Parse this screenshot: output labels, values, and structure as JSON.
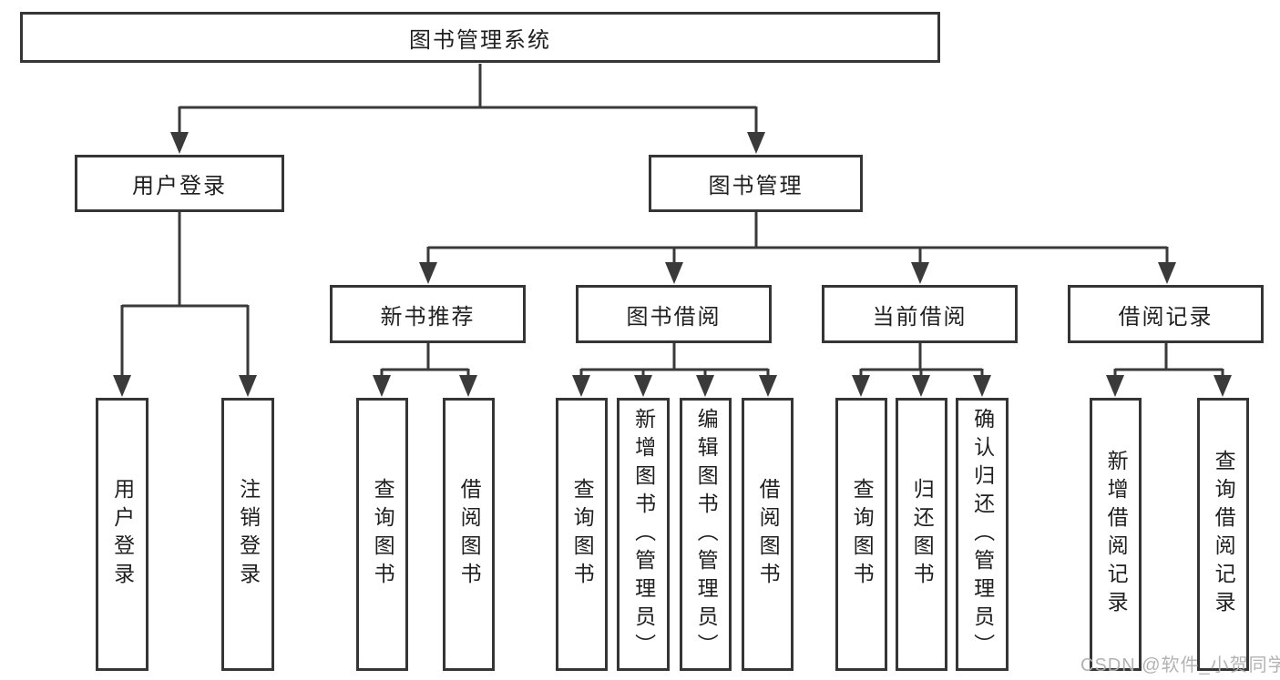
{
  "diagram": {
    "type": "hierarchy-tree",
    "colors": {
      "background": "#ffffff",
      "line": "#3a3a3a",
      "box_border": "#353535",
      "box_fill": "#ffffff",
      "text": "#1f1f1f",
      "watermark_text": "#afafaf"
    },
    "tree": {
      "label": "图书管理系统",
      "children": [
        {
          "label": "用户登录",
          "children": [
            {
              "label": "用户登录"
            },
            {
              "label": "注销登录"
            }
          ]
        },
        {
          "label": "图书管理",
          "children": [
            {
              "label": "新书推荐",
              "children": [
                {
                  "label": "查询图书"
                },
                {
                  "label": "借阅图书"
                }
              ]
            },
            {
              "label": "图书借阅",
              "children": [
                {
                  "label": "查询图书"
                },
                {
                  "label": "新增图书（管理员）"
                },
                {
                  "label": "编辑图书（管理员）"
                },
                {
                  "label": "借阅图书"
                }
              ]
            },
            {
              "label": "当前借阅",
              "children": [
                {
                  "label": "查询图书"
                },
                {
                  "label": "归还图书"
                },
                {
                  "label": "确认归还（管理员）"
                }
              ]
            },
            {
              "label": "借阅记录",
              "children": [
                {
                  "label": "新增借阅记录"
                },
                {
                  "label": "查询借阅记录"
                }
              ]
            }
          ]
        }
      ]
    }
  },
  "watermark": "CSDN @软件_小贺同学"
}
